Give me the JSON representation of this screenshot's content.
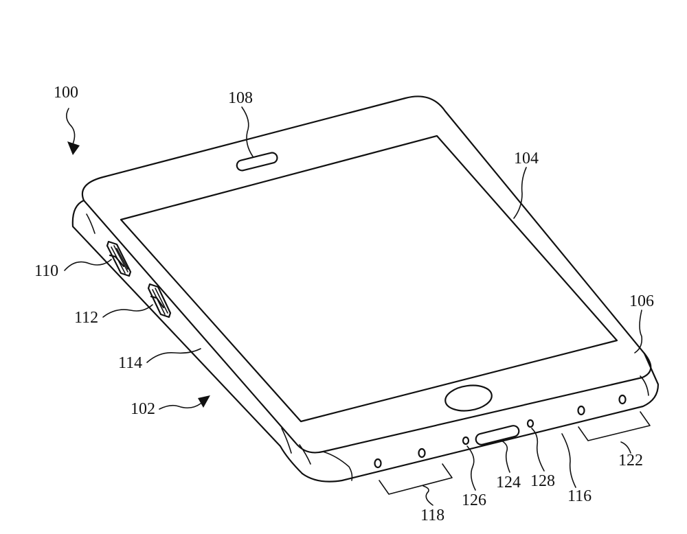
{
  "figure": {
    "labels": {
      "device": "100",
      "housing": "102",
      "display": "104",
      "cover": "106",
      "speaker": "108",
      "button_upper": "110",
      "button_lower": "112",
      "side_wall": "114",
      "bottom_wall": "116",
      "speaker_grille_left": "118",
      "speaker_grille_right": "122",
      "charging_port": "124",
      "microphone_left": "126",
      "microphone_right": "128"
    }
  }
}
